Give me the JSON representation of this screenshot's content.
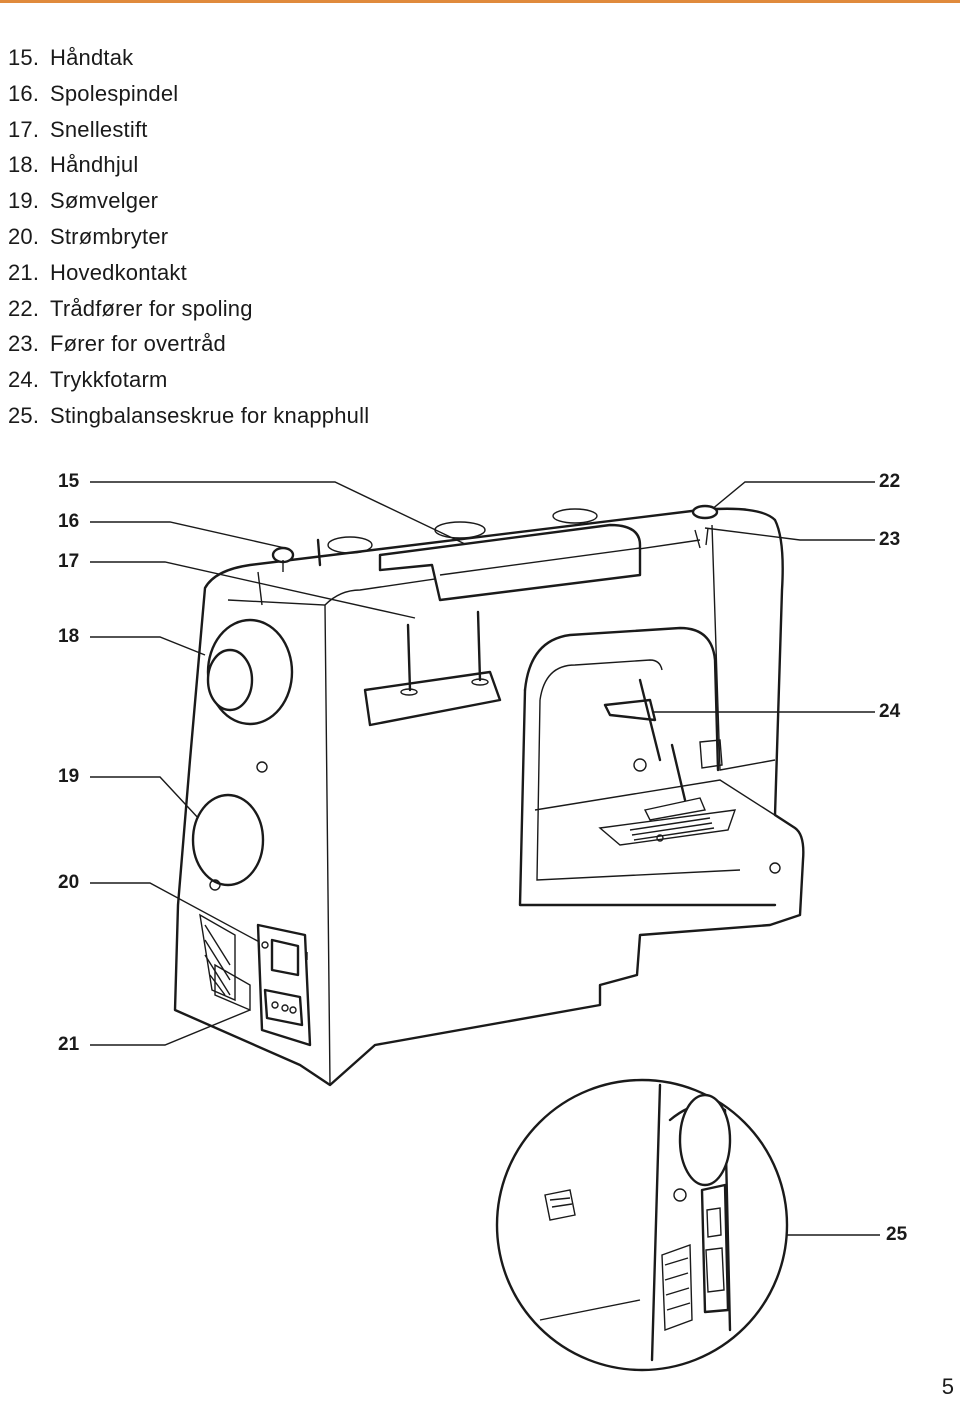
{
  "legend": [
    {
      "num": "15.",
      "label": "Håndtak"
    },
    {
      "num": "16.",
      "label": "Spolespindel"
    },
    {
      "num": "17.",
      "label": "Snellestift"
    },
    {
      "num": "18.",
      "label": "Håndhjul"
    },
    {
      "num": "19.",
      "label": "Sømvelger"
    },
    {
      "num": "20.",
      "label": "Strømbryter"
    },
    {
      "num": "21.",
      "label": "Hovedkontakt"
    },
    {
      "num": "22.",
      "label": "Trådfører for spoling"
    },
    {
      "num": "23.",
      "label": "Fører for overtråd"
    },
    {
      "num": "24.",
      "label": "Trykkfotarm"
    },
    {
      "num": "25.",
      "label": "Stingbalanseskrue for knapphull"
    }
  ],
  "callouts": {
    "c15": "15",
    "c16": "16",
    "c17": "17",
    "c18": "18",
    "c19": "19",
    "c20": "20",
    "c21": "21",
    "c22": "22",
    "c23": "23",
    "c24": "24",
    "c25": "25"
  },
  "page_number": "5",
  "colors": {
    "accent_rule": "#e08a3c",
    "ink": "#1a1a1a"
  }
}
